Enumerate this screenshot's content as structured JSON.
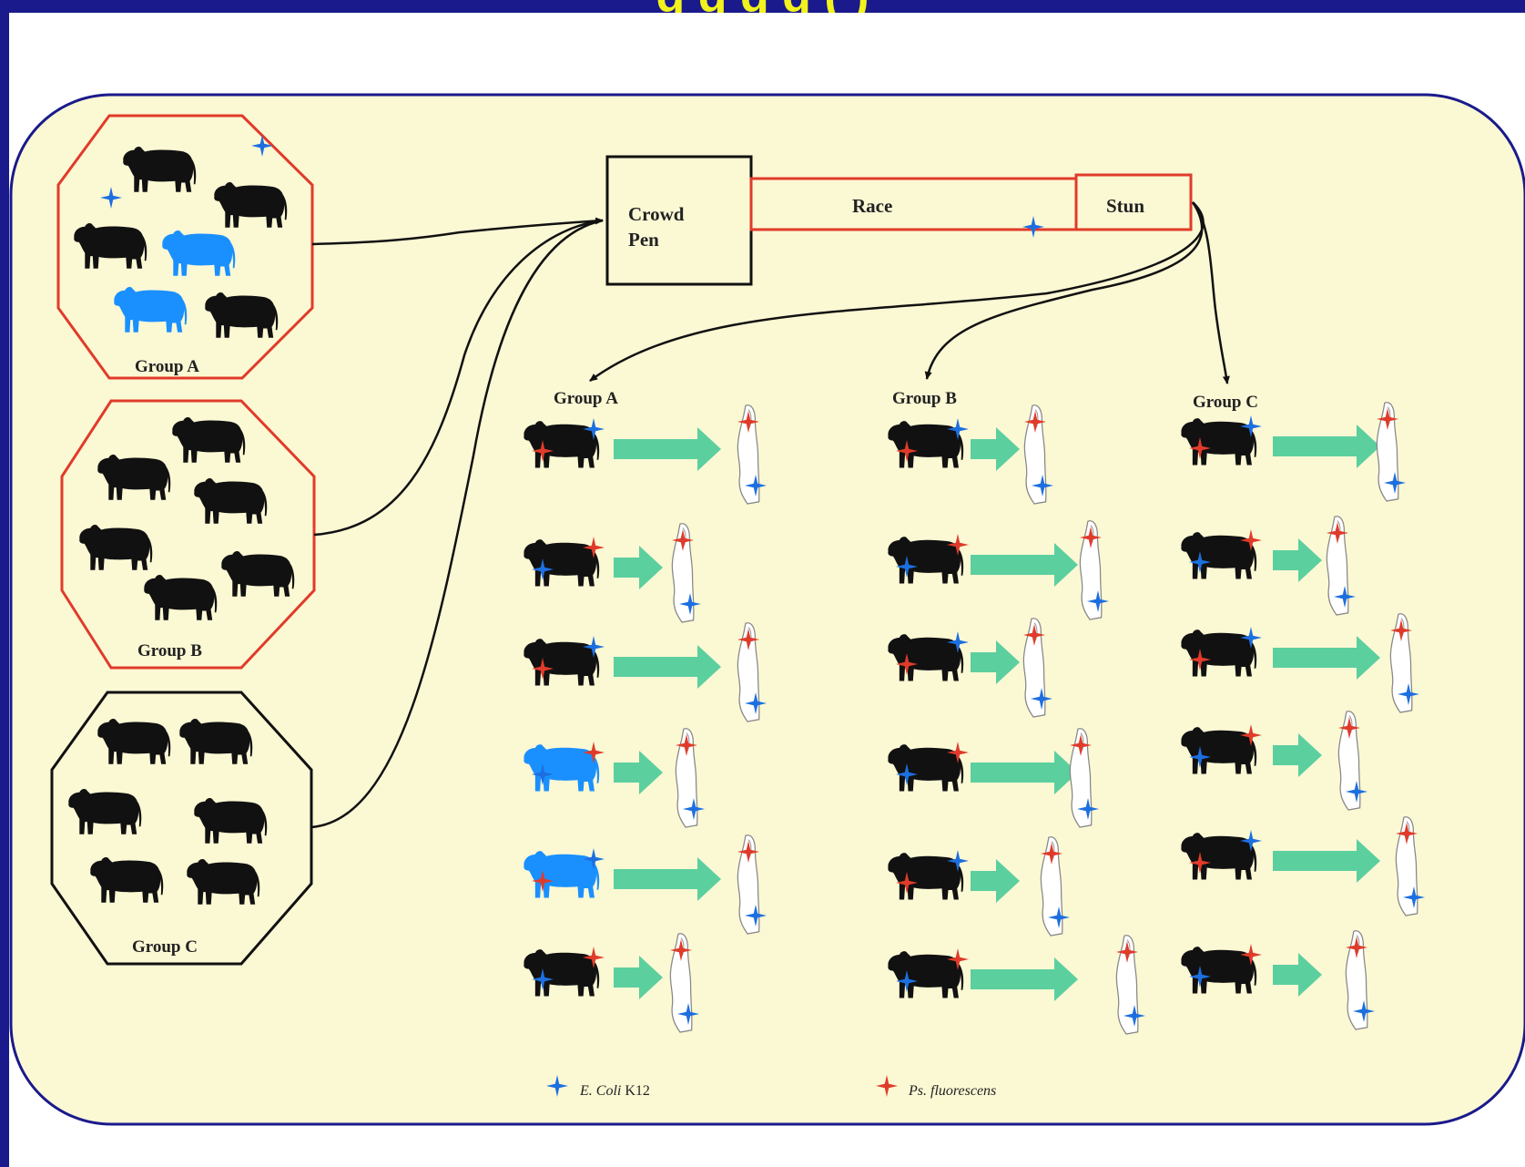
{
  "header": {
    "title_fragment": "g                                    g   g g (                  )"
  },
  "colors": {
    "border": "#1a1a8c",
    "panel": "#fbf8d4",
    "red": "#e03b2a",
    "blue": "#1d6fe0",
    "cow_black": "#111111",
    "cow_blue": "#1a90ff",
    "arrow": "#5ccf9f",
    "title": "#f2f21c"
  },
  "pens": [
    {
      "id": "a",
      "label": "Group A",
      "border": "red",
      "cows": [
        "black",
        "black",
        "black",
        "blue",
        "blue",
        "black"
      ]
    },
    {
      "id": "b",
      "label": "Group B",
      "border": "red",
      "cows": [
        "black",
        "black",
        "black",
        "black",
        "black",
        "black"
      ]
    },
    {
      "id": "c",
      "label": "Group C",
      "border": "black",
      "cows": [
        "black",
        "black",
        "black",
        "black",
        "black",
        "black"
      ]
    }
  ],
  "facility": {
    "crowd_pen_line1": "Crowd",
    "crowd_pen_line2": "Pen",
    "race": "Race",
    "stun": "Stun"
  },
  "slaughter_groups": [
    {
      "label": "Group A",
      "rows": [
        {
          "cow": "black",
          "arrow": "long"
        },
        {
          "cow": "black",
          "arrow": "short"
        },
        {
          "cow": "black",
          "arrow": "long"
        },
        {
          "cow": "blue",
          "arrow": "short"
        },
        {
          "cow": "blue",
          "arrow": "long"
        },
        {
          "cow": "black",
          "arrow": "short"
        }
      ]
    },
    {
      "label": "Group B",
      "rows": [
        {
          "cow": "black",
          "arrow": "short"
        },
        {
          "cow": "black",
          "arrow": "long"
        },
        {
          "cow": "black",
          "arrow": "short"
        },
        {
          "cow": "black",
          "arrow": "long"
        },
        {
          "cow": "black",
          "arrow": "short"
        },
        {
          "cow": "black",
          "arrow": "long"
        }
      ]
    },
    {
      "label": "Group C",
      "rows": [
        {
          "cow": "black",
          "arrow": "long"
        },
        {
          "cow": "black",
          "arrow": "short"
        },
        {
          "cow": "black",
          "arrow": "long"
        },
        {
          "cow": "black",
          "arrow": "short"
        },
        {
          "cow": "black",
          "arrow": "long"
        },
        {
          "cow": "black",
          "arrow": "short"
        }
      ]
    }
  ],
  "legend": [
    {
      "marker": "blue",
      "label": "E. Coli",
      "suffix": "K12"
    },
    {
      "marker": "red",
      "label": "Ps. fluorescens",
      "suffix": ""
    }
  ]
}
